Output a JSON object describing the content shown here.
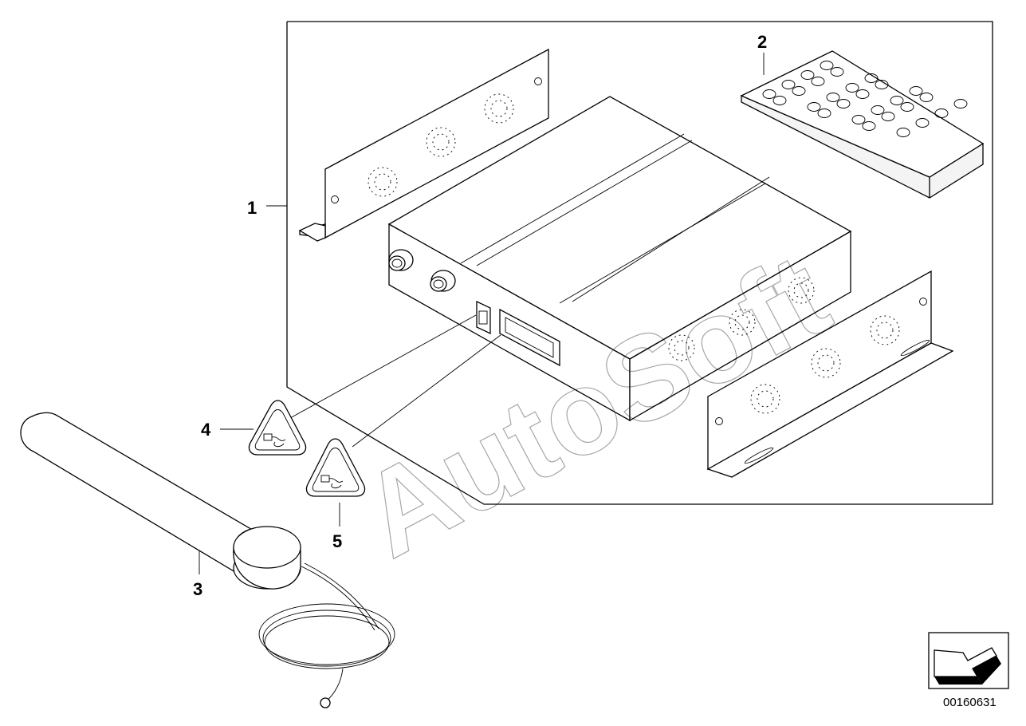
{
  "callouts": {
    "c1": "1",
    "c2": "2",
    "c3": "3",
    "c4": "4",
    "c5": "5"
  },
  "document_number": "00160631",
  "watermark": "AutoSoft",
  "icons": {
    "orientation_arrow": "orientation-arrow-icon",
    "warning_label": "warning-triangle-icon"
  }
}
